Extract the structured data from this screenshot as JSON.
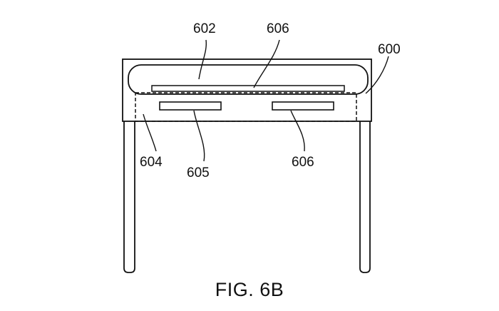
{
  "figure": {
    "caption": "FIG. 6B",
    "labels": {
      "l600": "600",
      "l602": "602",
      "l604": "604",
      "l605": "605",
      "l606_top": "606",
      "l606_bottom": "606"
    }
  },
  "colors": {
    "ink": "#111111",
    "background": "#ffffff"
  }
}
